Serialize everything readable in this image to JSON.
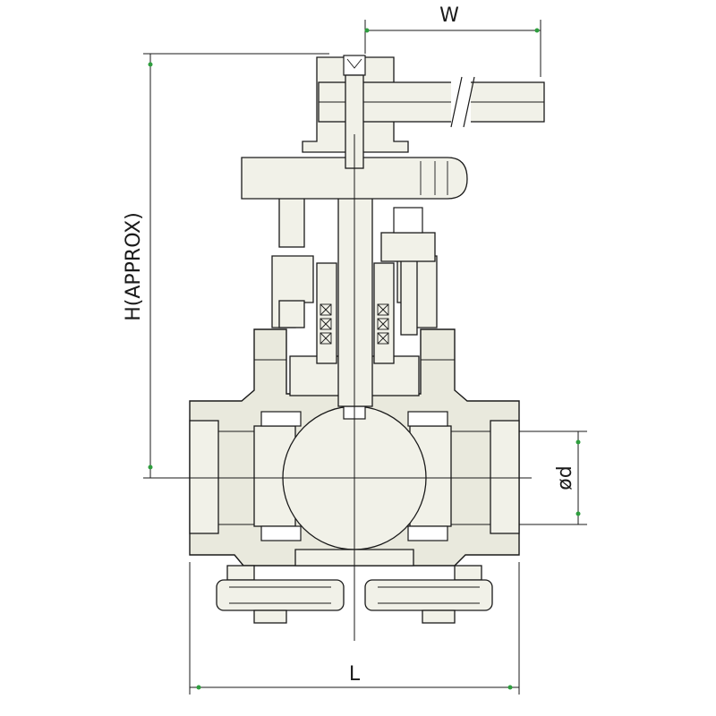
{
  "labels": {
    "width": "W",
    "height": "H(APPROX)",
    "bore": "ød",
    "length": "L"
  },
  "colors": {
    "line": "#1a1a1a",
    "body_fill": "#e9e9dd",
    "dim_arrow": "#2e9e3e"
  }
}
